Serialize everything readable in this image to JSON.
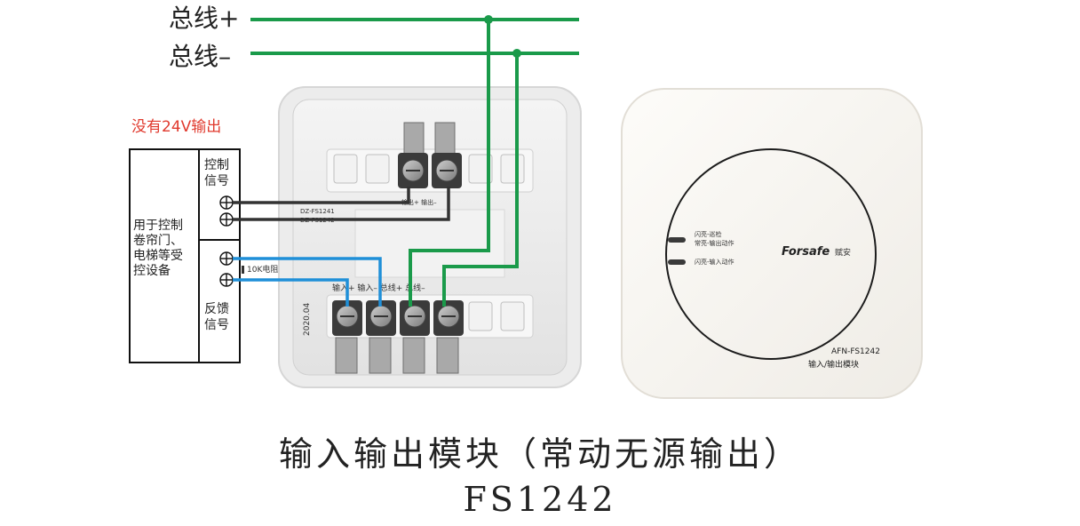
{
  "bus": {
    "positive_label": "总线+",
    "negative_label": "总线–"
  },
  "warning": {
    "no_24v_text": "没有24V输出"
  },
  "controlled_device": {
    "lines": [
      "用于控制",
      "卷帘门、",
      "电梯等受",
      "控设备"
    ]
  },
  "control_signal": {
    "lines": [
      "控制",
      "信号"
    ]
  },
  "feedback_signal": {
    "lines": [
      "反馈",
      "信号"
    ]
  },
  "resistor": {
    "label": "10K电阻"
  },
  "base": {
    "top_terminals_label": "输出+  输出–",
    "model_line1": "DZ-FS1241",
    "model_line2": "DZ-FS1242",
    "bottom_terminals_label": "输入+  输入–  总线+  总线–",
    "date": "2020.04"
  },
  "cover": {
    "led1_text_a": "闪亮-巡检",
    "led1_text_b": "常亮-输出动作",
    "led2_text": "闪亮-输入动作",
    "brand": "Forsafe",
    "brand_cn": "赋安",
    "model": "AFN-FS1242",
    "model_desc": "输入/输出模块"
  },
  "caption": {
    "title": "输入输出模块（常动无源输出）",
    "model": "FS1242"
  },
  "colors": {
    "bus_wire": "#1a9a4a",
    "feedback_wire": "#1f8fd8",
    "control_wire": "#333333",
    "warning_text": "#e03a2e"
  }
}
